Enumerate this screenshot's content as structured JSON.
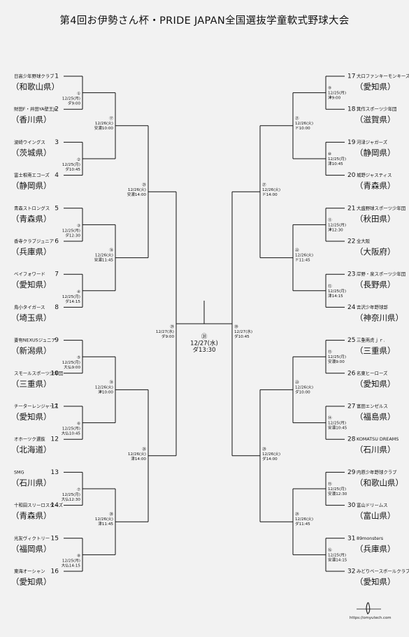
{
  "title": "第4回お伊勢さん杯・PRIDE JAPAN全国選抜学童軟式野球大会",
  "url": "https://omyutech.com",
  "icon": "baseball-bat-logo-icon",
  "colors": {
    "background": "#f2f2f2",
    "lines": "#111111",
    "text": "#111111"
  },
  "teams": [
    {
      "num": "1",
      "name": "日高少年野球クラブ",
      "pref": "（和歌山県）"
    },
    {
      "num": "2",
      "name": "財田F・井田YA壁王Jr.",
      "pref": "（香川県）"
    },
    {
      "num": "3",
      "name": "波崎ウイングス",
      "pref": "（茨城県）"
    },
    {
      "num": "4",
      "name": "富士根南エコーズ",
      "pref": "（静岡県）"
    },
    {
      "num": "5",
      "name": "青森ストロングス",
      "pref": "（青森県）"
    },
    {
      "num": "6",
      "name": "香寺クラブジュニア",
      "pref": "（兵庫県）"
    },
    {
      "num": "7",
      "name": "ベイフォワード",
      "pref": "（愛知県）"
    },
    {
      "num": "8",
      "name": "鳥小タイガース",
      "pref": "（埼玉県）"
    },
    {
      "num": "9",
      "name": "妻有NEXUSジュニア",
      "pref": "（新潟県）"
    },
    {
      "num": "10",
      "name": "スモールスポーツ少年団",
      "pref": "（三重県）"
    },
    {
      "num": "11",
      "name": "チーターレンジャーズ",
      "pref": "（愛知県）"
    },
    {
      "num": "12",
      "name": "オホーツク選抜",
      "pref": "（北海道）"
    },
    {
      "num": "13",
      "name": "SMG",
      "pref": "（石川県）"
    },
    {
      "num": "14",
      "name": "十和田スリーロスターズ",
      "pref": "（青森県）"
    },
    {
      "num": "15",
      "name": "光友ヴィクトリー",
      "pref": "（福岡県）"
    },
    {
      "num": "16",
      "name": "東海オーシャン",
      "pref": "（愛知県）"
    },
    {
      "num": "17",
      "name": "大口ファンキーモンキーズ",
      "pref": "（愛知県）"
    },
    {
      "num": "18",
      "name": "箕作スポーツ少年団",
      "pref": "（滋賀県）"
    },
    {
      "num": "19",
      "name": "河津ジャガーズ",
      "pref": "（静岡県）"
    },
    {
      "num": "20",
      "name": "城野ジャスティス",
      "pref": "（青森県）"
    },
    {
      "num": "21",
      "name": "大盛野球スポーツ少年団",
      "pref": "（秋田県）"
    },
    {
      "num": "22",
      "name": "全大阪",
      "pref": "（大阪府）"
    },
    {
      "num": "23",
      "name": "岸野・泉スポーツ少年団",
      "pref": "（長野県）"
    },
    {
      "num": "24",
      "name": "吉沢少年野球部",
      "pref": "（神奈川県）"
    },
    {
      "num": "25",
      "name": "三重南虎ｊｒ.",
      "pref": "（三重県）"
    },
    {
      "num": "26",
      "name": "名東ヒーローズ",
      "pref": "（愛知県）"
    },
    {
      "num": "27",
      "name": "富田エンゼルス",
      "pref": "（福島県）"
    },
    {
      "num": "28",
      "name": "KOMATSU DREAMS",
      "pref": "（石川県）"
    },
    {
      "num": "29",
      "name": "内原少年野球クラブ",
      "pref": "（和歌山県）"
    },
    {
      "num": "30",
      "name": "富山ドリームス",
      "pref": "（富山県）"
    },
    {
      "num": "31",
      "name": "89monsters",
      "pref": "（兵庫県）"
    },
    {
      "num": "32",
      "name": "みどりベースボールクラブ",
      "pref": "（愛知県）"
    }
  ],
  "matches": [
    {
      "id": "1",
      "lines": [
        "①",
        "12/25(月)",
        "ダ9:00"
      ]
    },
    {
      "id": "2",
      "lines": [
        "②",
        "12/25(月)",
        "ダ10:45"
      ]
    },
    {
      "id": "3",
      "lines": [
        "③",
        "12/25(月)",
        "ダ12:30"
      ]
    },
    {
      "id": "4",
      "lines": [
        "④",
        "12/25(月)",
        "ダ14:15"
      ]
    },
    {
      "id": "5",
      "lines": [
        "⑤",
        "12/25(月)",
        "大仏9:00"
      ]
    },
    {
      "id": "6",
      "lines": [
        "⑥",
        "12/25(月)",
        "大仏10:45"
      ]
    },
    {
      "id": "7",
      "lines": [
        "⑦",
        "12/25(月)",
        "大仏12:30"
      ]
    },
    {
      "id": "8",
      "lines": [
        "⑧",
        "12/25(月)",
        "大仏14:15"
      ]
    },
    {
      "id": "9",
      "lines": [
        "⑨",
        "12/25(月)",
        "津9:00"
      ]
    },
    {
      "id": "10",
      "lines": [
        "⑩",
        "12/25(月)",
        "津10:45"
      ]
    },
    {
      "id": "11",
      "lines": [
        "⑪",
        "12/25(月)",
        "津12:30"
      ]
    },
    {
      "id": "12",
      "lines": [
        "⑫",
        "12/25(月)",
        "津14:15"
      ]
    },
    {
      "id": "13",
      "lines": [
        "⑬",
        "12/25(月)",
        "安濃9:00"
      ]
    },
    {
      "id": "14",
      "lines": [
        "⑭",
        "12/25(月)",
        "安濃10:45"
      ]
    },
    {
      "id": "15",
      "lines": [
        "⑮",
        "12/25(月)",
        "安濃12:30"
      ]
    },
    {
      "id": "16",
      "lines": [
        "⑯",
        "12/25(月)",
        "安濃14:15"
      ]
    },
    {
      "id": "17",
      "lines": [
        "⑰",
        "12/26(火)",
        "安濃10:00"
      ]
    },
    {
      "id": "18",
      "lines": [
        "⑱",
        "12/26(火)",
        "安濃11:45"
      ]
    },
    {
      "id": "19",
      "lines": [
        "⑲",
        "12/26(火)",
        "津10:00"
      ]
    },
    {
      "id": "20",
      "lines": [
        "⑳",
        "12/26(火)",
        "津11:45"
      ]
    },
    {
      "id": "21",
      "lines": [
        "㉑",
        "12/26(火)",
        "ド10:00"
      ]
    },
    {
      "id": "22",
      "lines": [
        "㉒",
        "12/26(火)",
        "ド11:45"
      ]
    },
    {
      "id": "23",
      "lines": [
        "㉓",
        "12/26(火)",
        "ダ10:00"
      ]
    },
    {
      "id": "24",
      "lines": [
        "㉔",
        "12/26(火)",
        "ダ11:45"
      ]
    },
    {
      "id": "25",
      "lines": [
        "㉕",
        "12/26(火)",
        "安濃14:00"
      ]
    },
    {
      "id": "26",
      "lines": [
        "㉖",
        "12/26(火)",
        "津14:00"
      ]
    },
    {
      "id": "27",
      "lines": [
        "㉗",
        "12/26(火)",
        "ド14:00"
      ]
    },
    {
      "id": "28",
      "lines": [
        "㉘",
        "12/26(火)",
        "ダ14:00"
      ]
    },
    {
      "id": "29",
      "lines": [
        "㉙",
        "12/27(水)",
        "ダ9:00"
      ]
    },
    {
      "id": "30",
      "lines": [
        "㉚",
        "12/27(水)",
        "ダ10:45"
      ]
    },
    {
      "id": "31",
      "lines": [
        "㉛",
        "12/27(水)",
        "ダ13:30"
      ]
    }
  ]
}
